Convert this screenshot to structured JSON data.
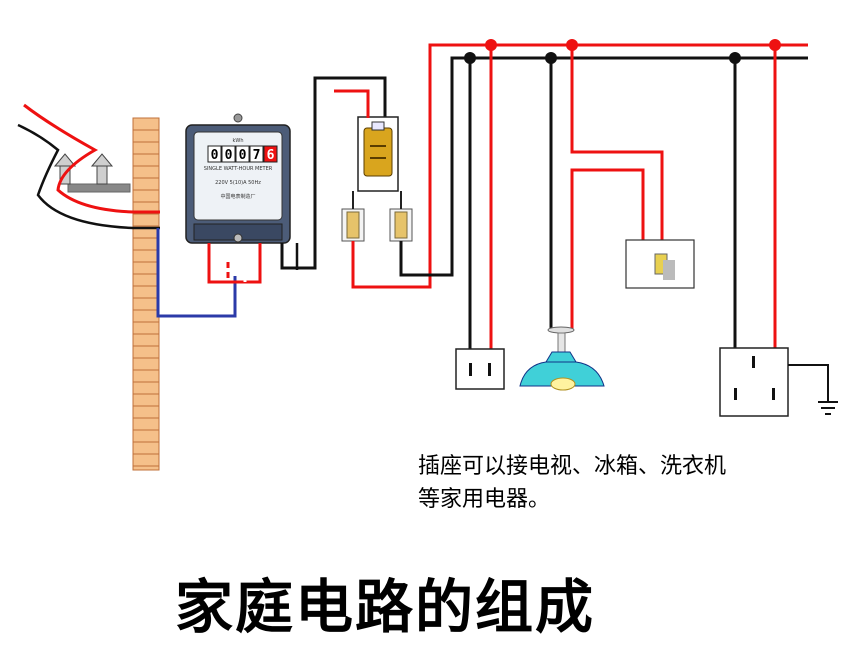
{
  "title": "家庭电路的组成",
  "caption": {
    "line1": "插座可以接电视、冰箱、洗衣机",
    "line2": "等家用电器。"
  },
  "meter": {
    "digits": [
      "0",
      "0",
      "0",
      "7",
      "6"
    ],
    "header_text": "kWh",
    "label_line1": "SINGLE WATT-HOUR METER",
    "label_line2": "220V  5(10)A  50Hz",
    "label_line3": "中国电表制造厂"
  },
  "colors": {
    "live_wire": "#ee1111",
    "neutral_wire": "#111111",
    "return_wire": "#2b3aa8",
    "wall": "#f5c08a",
    "wall_line": "#c0703a",
    "lamp_shade": "#40d0d8"
  }
}
